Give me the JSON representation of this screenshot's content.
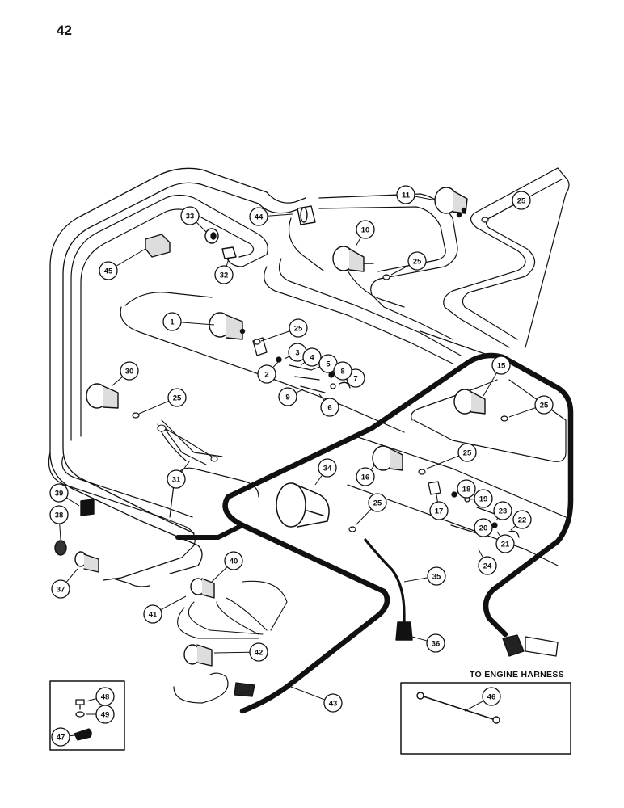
{
  "page": {
    "number": "42"
  },
  "notes": {
    "engine_harness": "TO ENGINE HARNESS"
  },
  "callouts": [
    {
      "label": "1"
    },
    {
      "label": "2"
    },
    {
      "label": "3"
    },
    {
      "label": "4"
    },
    {
      "label": "5"
    },
    {
      "label": "6"
    },
    {
      "label": "7"
    },
    {
      "label": "8"
    },
    {
      "label": "9"
    },
    {
      "label": "10"
    },
    {
      "label": "11"
    },
    {
      "label": "15"
    },
    {
      "label": "16"
    },
    {
      "label": "17"
    },
    {
      "label": "18"
    },
    {
      "label": "19"
    },
    {
      "label": "20"
    },
    {
      "label": "21"
    },
    {
      "label": "22"
    },
    {
      "label": "23"
    },
    {
      "label": "24"
    },
    {
      "label": "25"
    },
    {
      "label": "25"
    },
    {
      "label": "25"
    },
    {
      "label": "25"
    },
    {
      "label": "25"
    },
    {
      "label": "25"
    },
    {
      "label": "25"
    },
    {
      "label": "30"
    },
    {
      "label": "31"
    },
    {
      "label": "32"
    },
    {
      "label": "33"
    },
    {
      "label": "34"
    },
    {
      "label": "35"
    },
    {
      "label": "36"
    },
    {
      "label": "37"
    },
    {
      "label": "38"
    },
    {
      "label": "39"
    },
    {
      "label": "40"
    },
    {
      "label": "41"
    },
    {
      "label": "42"
    },
    {
      "label": "43"
    },
    {
      "label": "44"
    },
    {
      "label": "45"
    },
    {
      "label": "46"
    },
    {
      "label": "47"
    },
    {
      "label": "48"
    },
    {
      "label": "49"
    }
  ],
  "colors": {
    "line": "#111111",
    "paper": "#ffffff"
  }
}
